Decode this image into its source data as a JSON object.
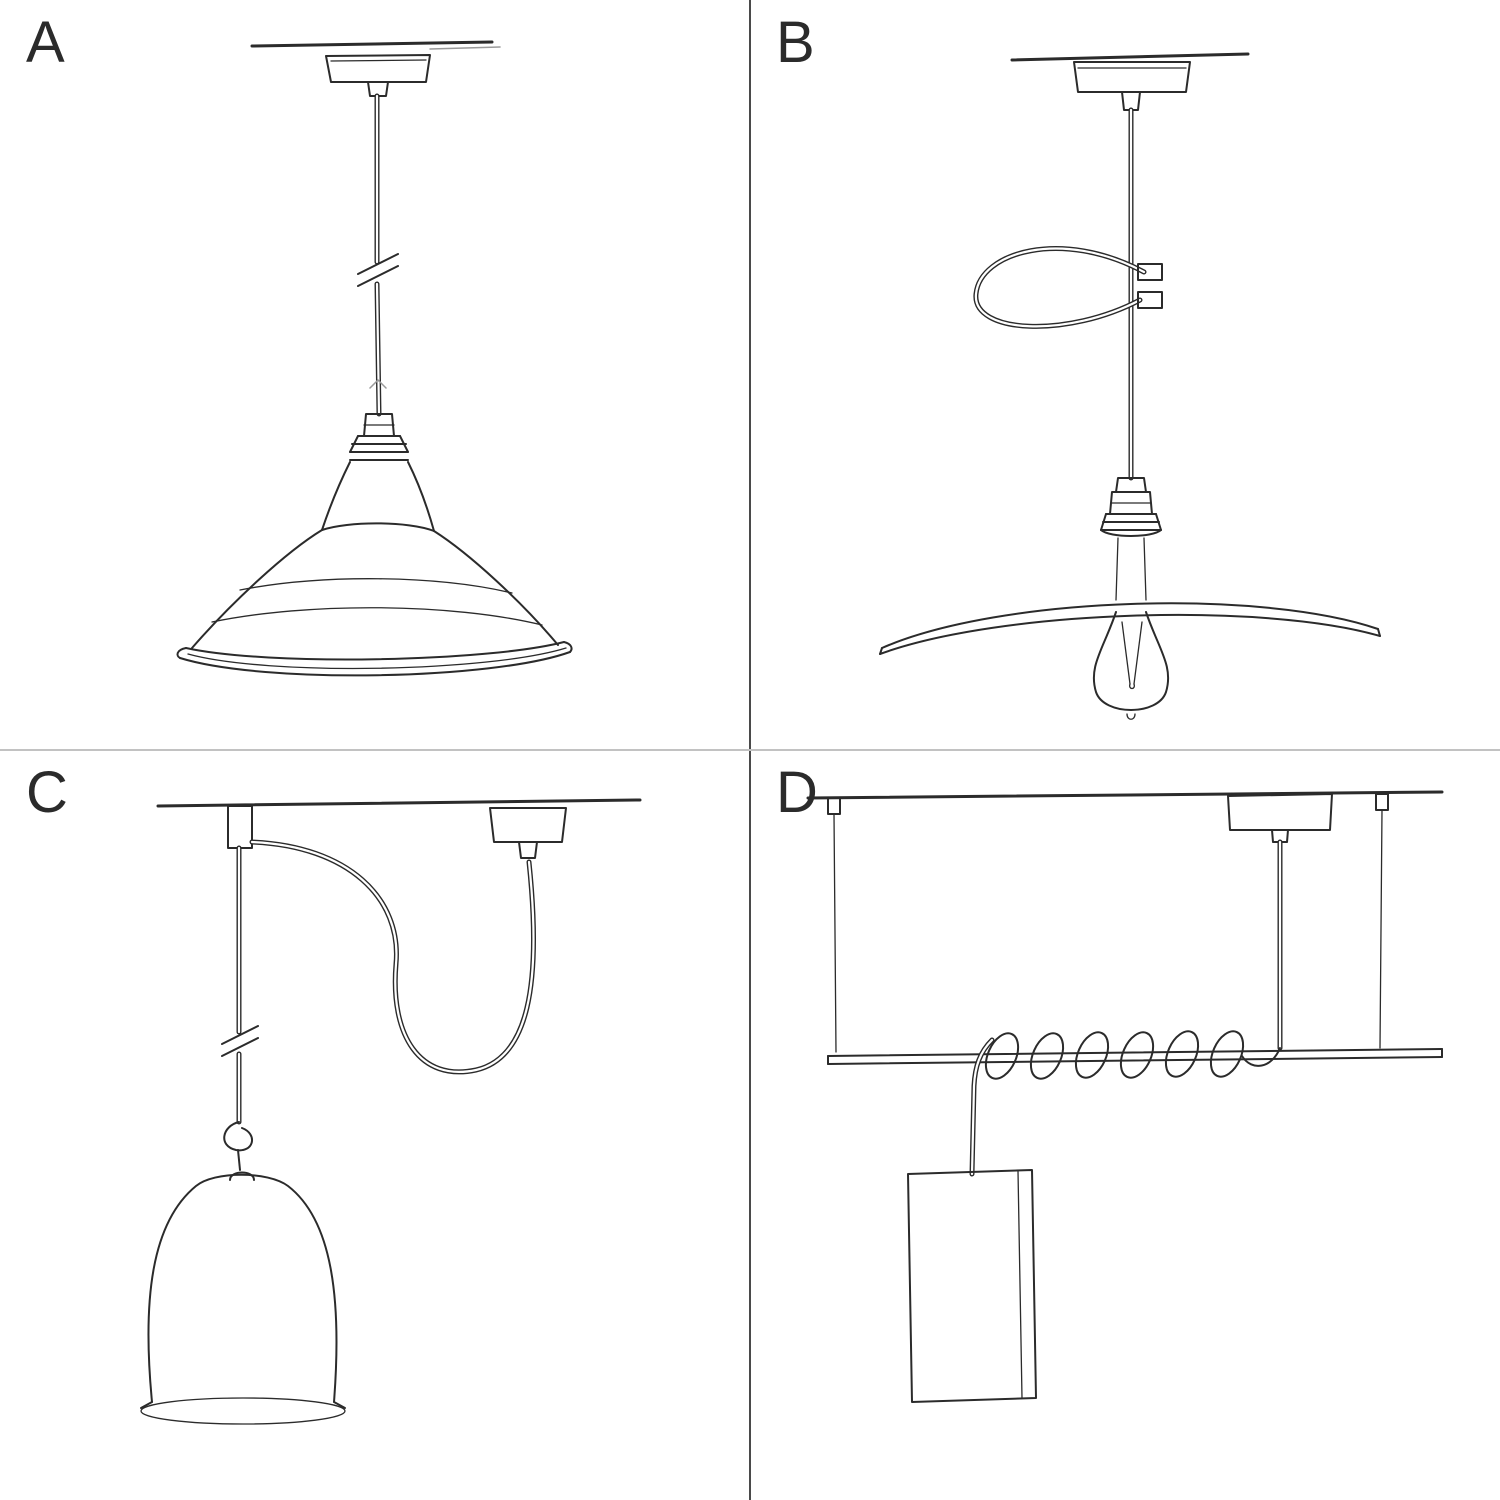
{
  "palette": {
    "ink": "#2b2b2b",
    "background": "#ffffff",
    "divider_vertical": "#4a4a4a",
    "divider_horizontal": "#c2c2c2"
  },
  "panels": [
    {
      "label": "A",
      "sketch_name": "pendant-industrial-bowl-shade-sketch"
    },
    {
      "label": "B",
      "sketch_name": "pendant-flat-plate-shade-with-bulb-and-cable-loop-sketch"
    },
    {
      "label": "C",
      "sketch_name": "swag-pendant-bell-shade-with-knot-sketch"
    },
    {
      "label": "D",
      "sketch_name": "bar-suspension-coiled-cable-cylinder-shade-sketch"
    }
  ]
}
